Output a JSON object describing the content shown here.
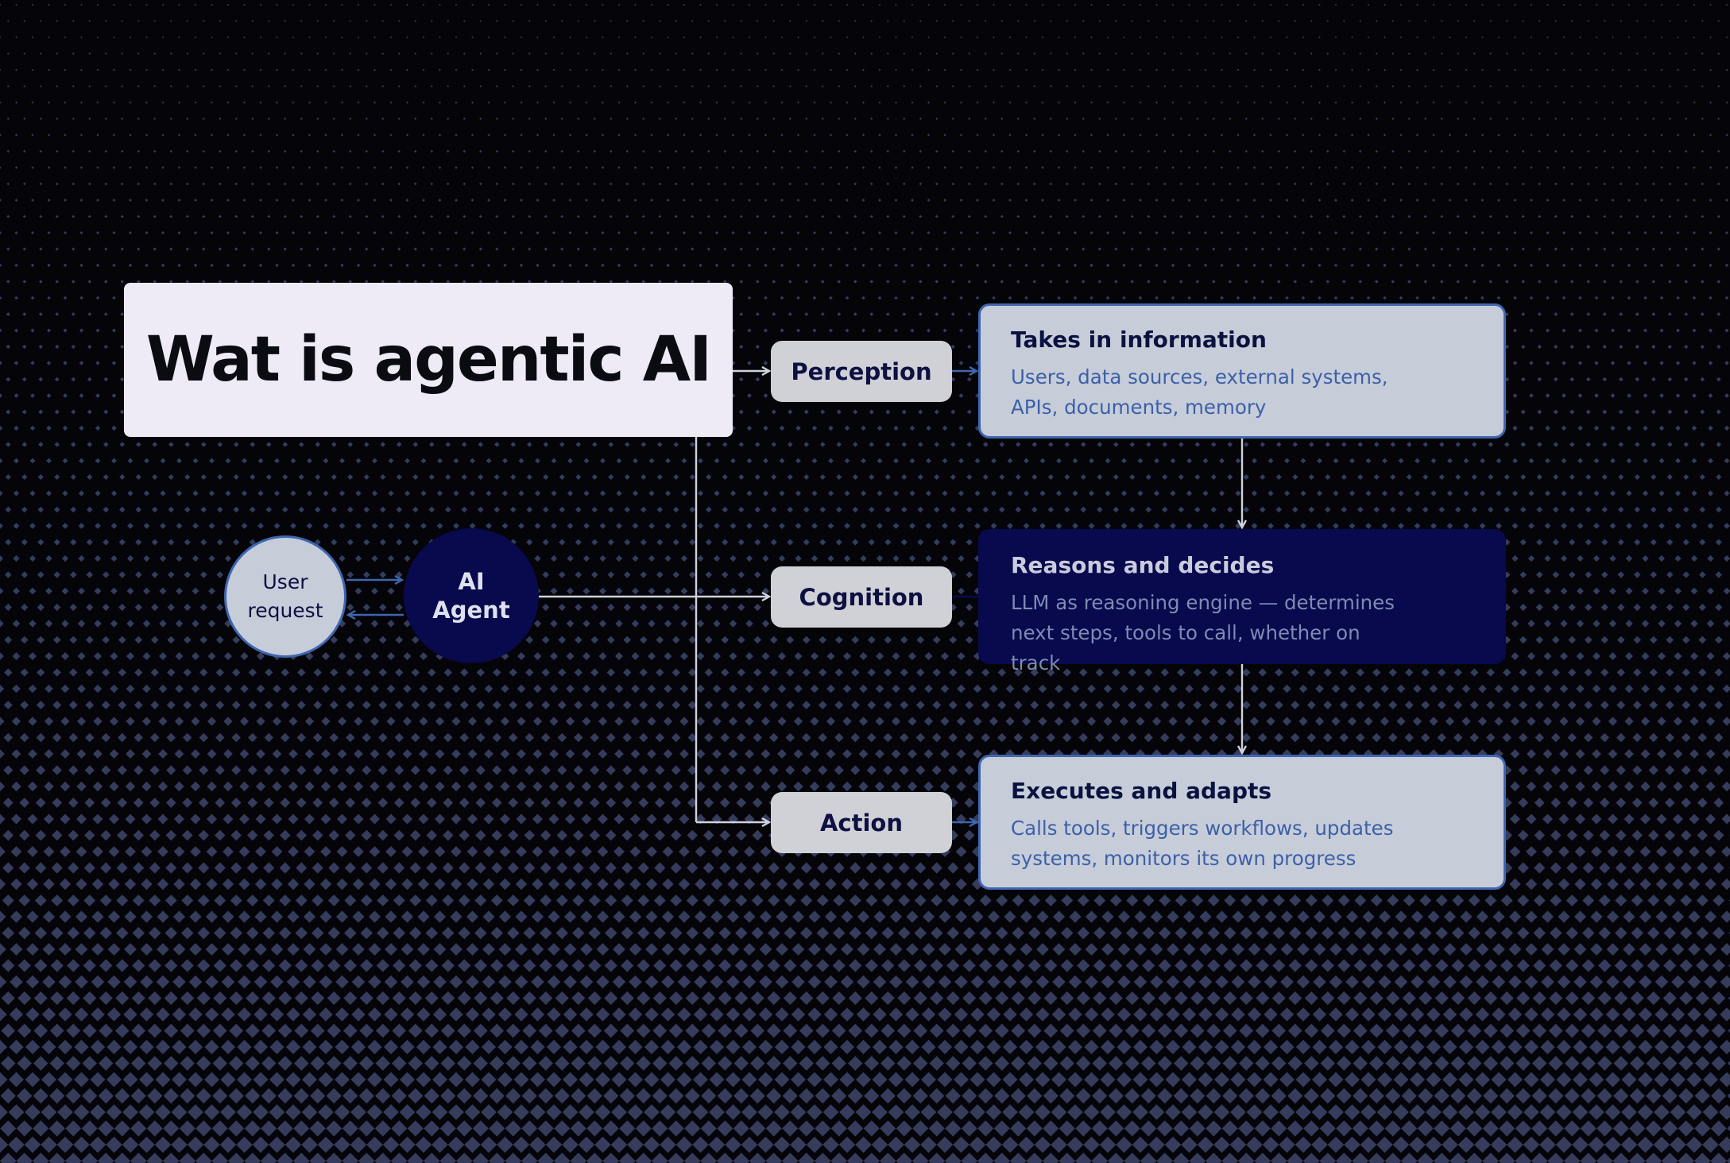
{
  "title": "Wat is agentic AI",
  "stages": [
    {
      "label": "Perception",
      "heading": "Takes in information",
      "description": "Users, data sources, external systems, APIs, documents, memory",
      "style": "light"
    },
    {
      "label": "Cognition",
      "heading": "Reasons and decides",
      "description": "LLM as reasoning engine — determines next steps, tools to call, whether on track",
      "style": "dark"
    },
    {
      "label": "Action",
      "heading": "Executes and adapts",
      "description": "Calls tools, triggers workflows, updates systems, monitors its own progress",
      "style": "light"
    }
  ],
  "user_node": {
    "label": "User request"
  },
  "agent_node": {
    "label": "AI Agent"
  },
  "colors": {
    "background": "#050509",
    "dot_pattern": "#3b4266",
    "title_box": "#eeebf7",
    "pill": "#d0d1d7",
    "card_light": "#c6cdd9",
    "card_dark": "#09094e",
    "accent_blue": "#3f66b0",
    "connector": "#cfd2dc"
  }
}
